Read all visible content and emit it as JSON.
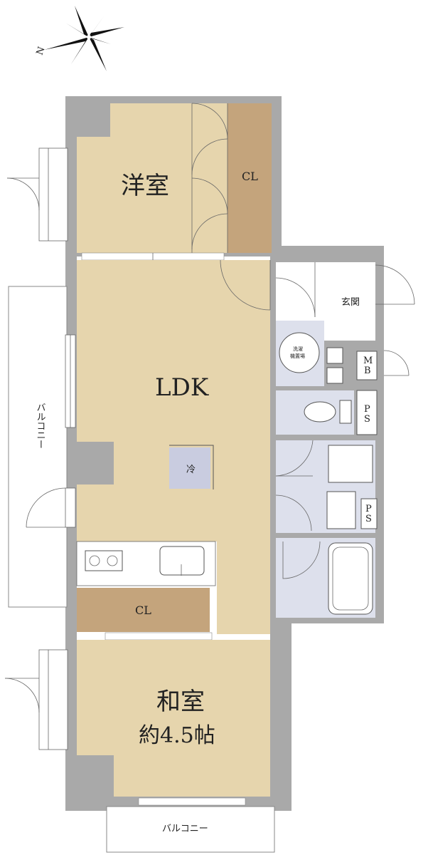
{
  "compass": {
    "north_label": "N"
  },
  "rooms": {
    "western_room": "洋室",
    "western_closet": "CL",
    "entrance": "玄関",
    "ldk": "LDK",
    "fridge": "冷",
    "kitchen_closet": "CL",
    "japanese_room_line1": "和室",
    "japanese_room_line2": "約4.5帖",
    "meter_box_line1": "M",
    "meter_box_line2": "B",
    "ps_upper_line1": "P",
    "ps_upper_line2": "S",
    "ps_lower_line1": "P",
    "ps_lower_line2": "S",
    "washer_line1": "洗濯",
    "washer_line2": "機置場"
  },
  "balconies": {
    "west": "バルコニー",
    "south": "バルコニー"
  },
  "colors": {
    "room_floor": "#e6d5ad",
    "closet": "#c4a47c",
    "wet_area": "#dde0ec",
    "wall": "#a9a9a9"
  }
}
